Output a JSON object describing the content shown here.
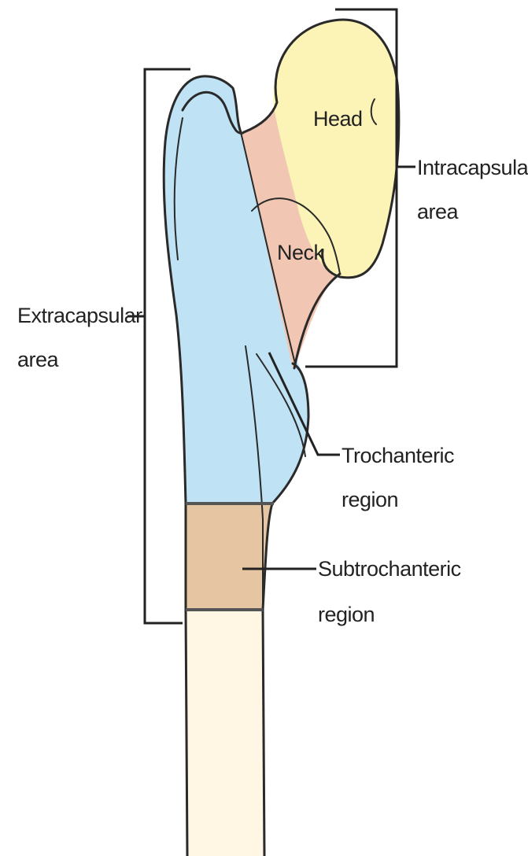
{
  "labels": {
    "head": "Head",
    "neck": "Neck",
    "intracapsular": [
      "Intracapsular",
      "area"
    ],
    "extracapsular": [
      "Extracapsular",
      "area"
    ],
    "trochanteric": [
      "Trochanteric",
      "region"
    ],
    "subtrochanteric": [
      "Subtrochanteric",
      "region"
    ]
  },
  "colors": {
    "head": "#fbf4b6",
    "neck": "#f1c7b4",
    "trochanteric_region": "#bfe3f5",
    "subtrochanteric_region": "#e6c5a2",
    "shaft": "#fff6e4",
    "outline": "#2a2a2a"
  }
}
